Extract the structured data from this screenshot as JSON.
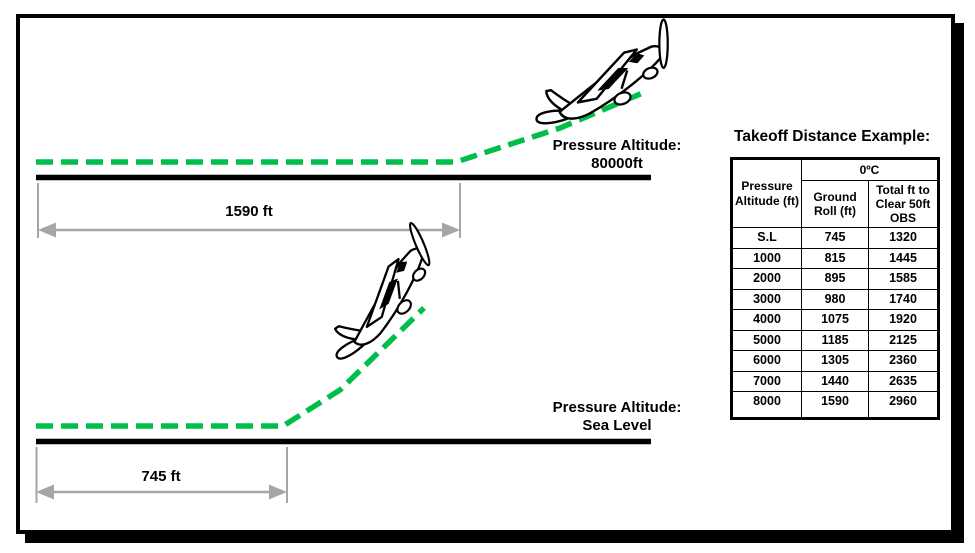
{
  "colors": {
    "flightpath_green": "#00be4b",
    "dimension_gray": "#a6a6a6",
    "line_black": "#000000"
  },
  "top_scene": {
    "altitude_label_line1": "Pressure Altitude:",
    "altitude_label_line2": "80000ft",
    "distance_label": "1590 ft"
  },
  "bottom_scene": {
    "altitude_label_line1": "Pressure Altitude:",
    "altitude_label_line2": "Sea Level",
    "distance_label": "745 ft"
  },
  "table": {
    "title": "Takeoff Distance Example:",
    "temp_header": "0ºC",
    "headers": {
      "col1": "Pressure Altitude (ft)",
      "col2": "Ground Roll (ft)",
      "col3": "Total ft to Clear 50ft OBS"
    },
    "rows": [
      [
        "S.L",
        "745",
        "1320"
      ],
      [
        "1000",
        "815",
        "1445"
      ],
      [
        "2000",
        "895",
        "1585"
      ],
      [
        "3000",
        "980",
        "1740"
      ],
      [
        "4000",
        "1075",
        "1920"
      ],
      [
        "5000",
        "1185",
        "2125"
      ],
      [
        "6000",
        "1305",
        "2360"
      ],
      [
        "7000",
        "1440",
        "2635"
      ],
      [
        "8000",
        "1590",
        "2960"
      ]
    ]
  }
}
